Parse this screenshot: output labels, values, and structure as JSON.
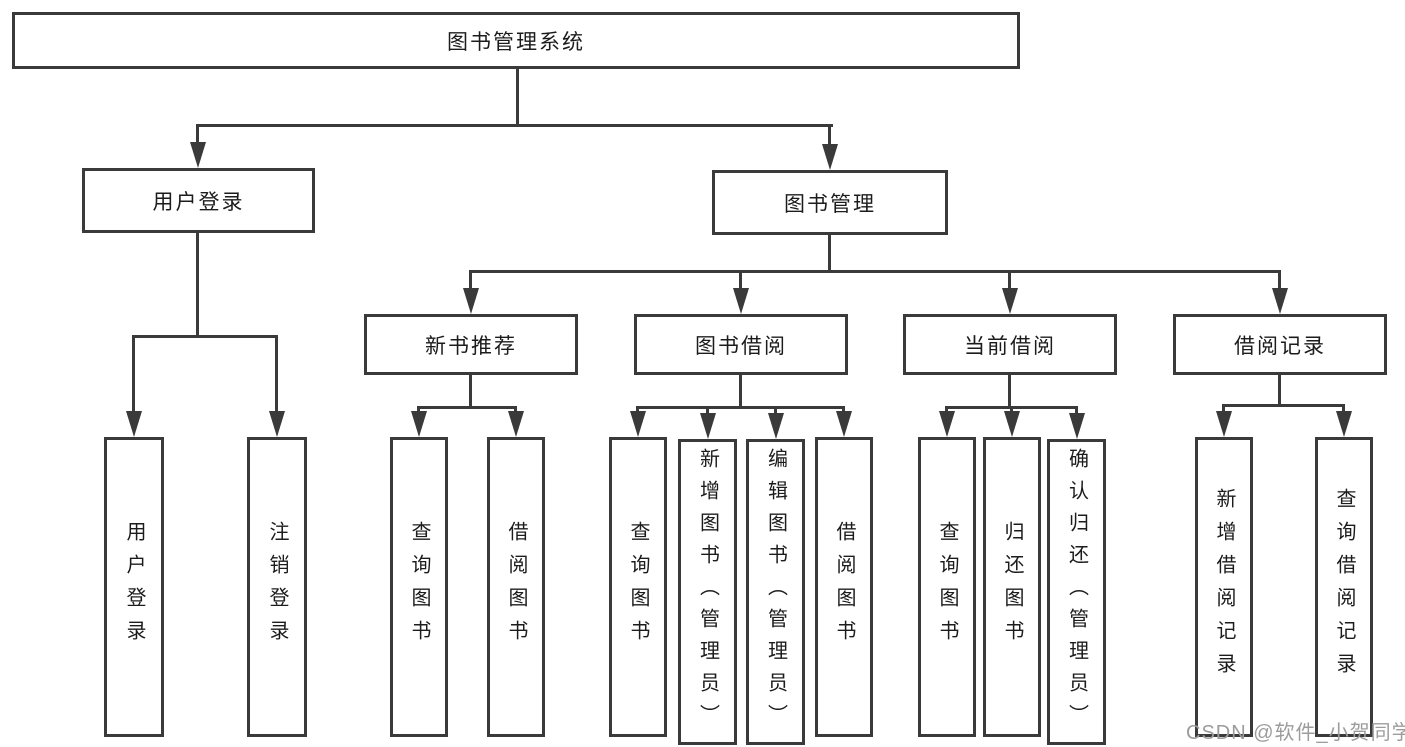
{
  "tree": {
    "root": {
      "label": "图书管理系统"
    },
    "branches": [
      {
        "label": "用户登录",
        "leaves": [
          {
            "label": "用户登录"
          },
          {
            "label": "注销登录"
          }
        ]
      },
      {
        "label": "图书管理",
        "children": [
          {
            "label": "新书推荐",
            "leaves": [
              {
                "label": "查询图书"
              },
              {
                "label": "借阅图书"
              }
            ]
          },
          {
            "label": "图书借阅",
            "leaves": [
              {
                "label": "查询图书"
              },
              {
                "label": "新增图书（管理员）"
              },
              {
                "label": "编辑图书（管理员）"
              },
              {
                "label": "借阅图书"
              }
            ]
          },
          {
            "label": "当前借阅",
            "leaves": [
              {
                "label": "查询图书"
              },
              {
                "label": "归还图书"
              },
              {
                "label": "确认归还（管理员）"
              }
            ]
          },
          {
            "label": "借阅记录",
            "leaves": [
              {
                "label": "新增借阅记录"
              },
              {
                "label": "查询借阅记录"
              }
            ]
          }
        ]
      }
    ]
  },
  "watermark": "CSDN @软件_小贺同学",
  "colors": {
    "line": "#3a3a3a",
    "text": "#1c1c1c",
    "watermark": "#9c9c9c",
    "background": "#ffffff"
  }
}
